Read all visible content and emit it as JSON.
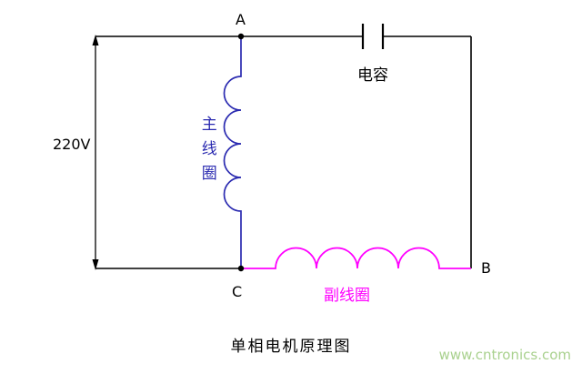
{
  "diagram": {
    "title": "单相电机原理图",
    "watermark": "www.cntronics.com",
    "labels": {
      "node_a": "A",
      "node_b": "B",
      "node_c": "C",
      "voltage": "220V",
      "capacitor": "电容",
      "main_coil": "主线圈",
      "aux_coil": "副线圈"
    },
    "colors": {
      "wire": "#000000",
      "main_coil": "#2a2ab0",
      "aux_coil": "#ff00ff",
      "watermark": "#a9d18e",
      "background": "#ffffff"
    }
  }
}
